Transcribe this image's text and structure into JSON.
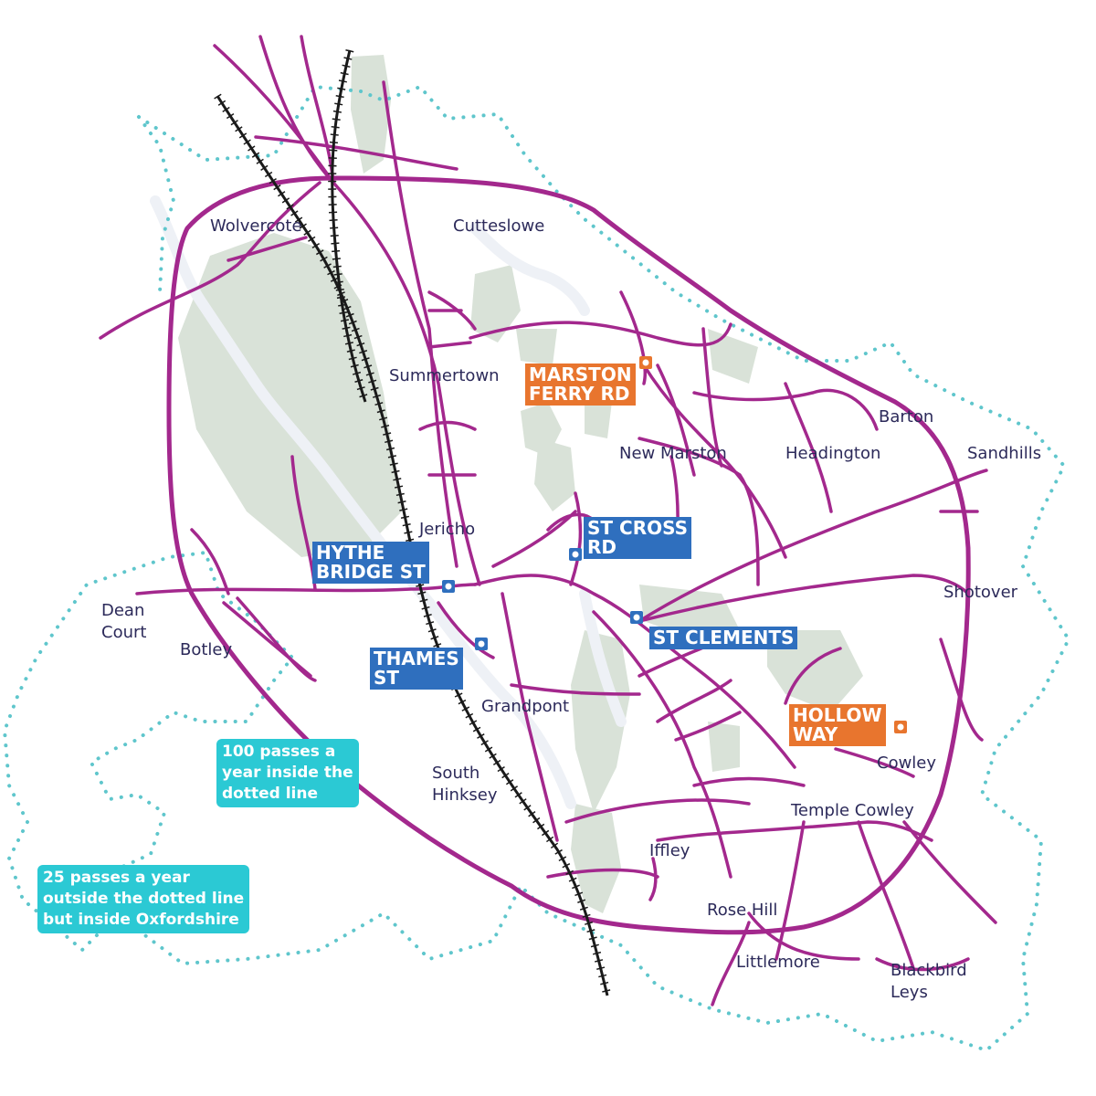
{
  "colors": {
    "road": "#a3288d",
    "rail": "#1a1a1a",
    "boundary": "#5fc6cc",
    "green": "#d9e2d8",
    "water": "#eef1f6",
    "place_text": "#2c2a5a",
    "filter_blue": "#2f6fbe",
    "filter_orange": "#e8752e",
    "callout_bg": "#2bc9d4"
  },
  "places": {
    "wolvercote": "Wolvercote",
    "cutteslowe": "Cutteslowe",
    "summertown": "Summertown",
    "new_marston": "New Marston",
    "headington": "Headington",
    "barton": "Barton",
    "sandhills": "Sandhills",
    "jericho": "Jericho",
    "shotover": "Shotover",
    "dean_court": "Dean\nCourt",
    "botley": "Botley",
    "grandpont": "Grandpont",
    "south_hinksey": "South\nHinksey",
    "cowley": "Cowley",
    "temple_cowley": "Temple Cowley",
    "iffley": "Iffley",
    "rose_hill": "Rose Hill",
    "littlemore": "Littlemore",
    "blackbird_leys": "Blackbird\nLeys"
  },
  "filters": {
    "marston_ferry": "MARSTON\nFERRY RD",
    "hythe_bridge": "HYTHE\nBRIDGE ST",
    "st_cross": "ST CROSS\nRD",
    "st_clements": "ST CLEMENTS",
    "thames_st": "THAMES\nST",
    "hollow_way": "HOLLOW\nWAY"
  },
  "callouts": {
    "inside": "100 passes a\nyear inside the\ndotted line",
    "outside": "25 passes a year\noutside the dotted line\nbut inside Oxfordshire"
  }
}
